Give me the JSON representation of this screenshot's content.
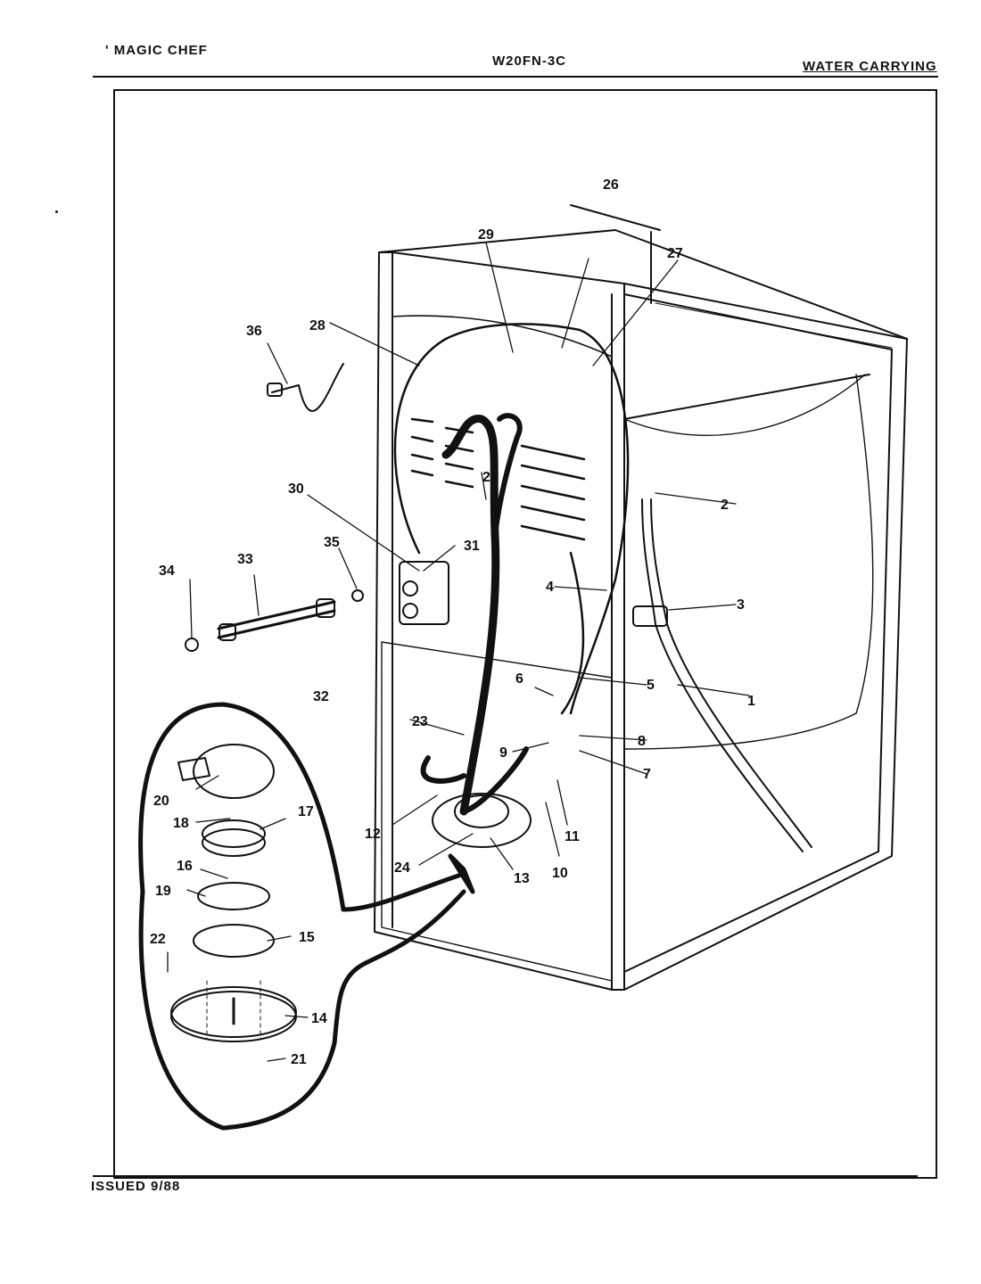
{
  "header": {
    "brand": "' MAGIC CHEF",
    "model": "W20FN-3C",
    "section": "WATER CARRYING"
  },
  "footer": {
    "issued": "ISSUED 9/88"
  },
  "callouts": [
    {
      "id": "c1",
      "label": "1"
    },
    {
      "id": "c2",
      "label": "2"
    },
    {
      "id": "c3",
      "label": "3"
    },
    {
      "id": "c4",
      "label": "4"
    },
    {
      "id": "c5",
      "label": "5"
    },
    {
      "id": "c6",
      "label": "6"
    },
    {
      "id": "c7",
      "label": "7"
    },
    {
      "id": "c8",
      "label": "8"
    },
    {
      "id": "c9",
      "label": "9"
    },
    {
      "id": "c10",
      "label": "10"
    },
    {
      "id": "c11",
      "label": "11"
    },
    {
      "id": "c12",
      "label": "12"
    },
    {
      "id": "c13",
      "label": "13"
    },
    {
      "id": "c14",
      "label": "14"
    },
    {
      "id": "c15",
      "label": "15"
    },
    {
      "id": "c16",
      "label": "16"
    },
    {
      "id": "c17",
      "label": "17"
    },
    {
      "id": "c18",
      "label": "18"
    },
    {
      "id": "c19",
      "label": "19"
    },
    {
      "id": "c20",
      "label": "20"
    },
    {
      "id": "c21",
      "label": "21"
    },
    {
      "id": "c22",
      "label": "22"
    },
    {
      "id": "c23",
      "label": "23"
    },
    {
      "id": "c24",
      "label": "24"
    },
    {
      "id": "c25",
      "label": "25"
    },
    {
      "id": "c26",
      "label": "26"
    },
    {
      "id": "c27",
      "label": "27"
    },
    {
      "id": "c28",
      "label": "28"
    },
    {
      "id": "c29",
      "label": "29"
    },
    {
      "id": "c30",
      "label": "30"
    },
    {
      "id": "c31",
      "label": "31"
    },
    {
      "id": "c32",
      "label": "32"
    },
    {
      "id": "c33",
      "label": "33"
    },
    {
      "id": "c34",
      "label": "34"
    },
    {
      "id": "c35",
      "label": "35"
    },
    {
      "id": "c36",
      "label": "36"
    }
  ]
}
